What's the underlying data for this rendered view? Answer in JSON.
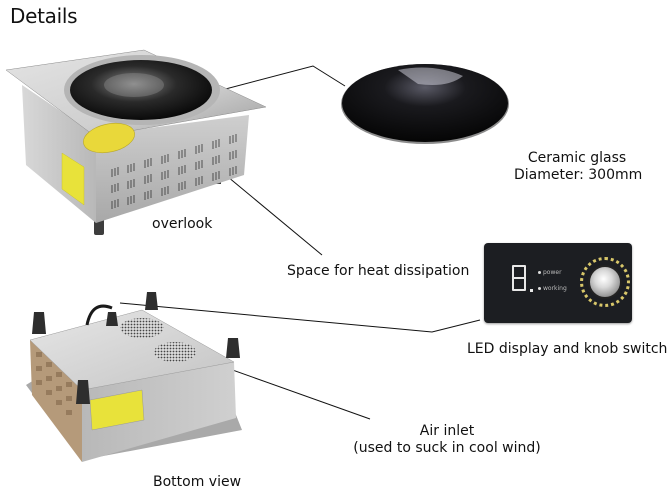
{
  "page": {
    "title": "Details"
  },
  "callouts": {
    "overlook": "overlook",
    "ceramic_glass_line1": "Ceramic glass",
    "ceramic_glass_line2": "Diameter: 300mm",
    "heat_dissipation": "Space for heat dissipation",
    "led_display": "LED display and knob switch",
    "air_inlet_line1": "Air inlet",
    "air_inlet_line2": "(used to suck in cool wind)",
    "bottom_view": "Bottom view"
  },
  "control_panel": {
    "digit": "8",
    "indicators": [
      "power",
      "working"
    ]
  },
  "images": {
    "top_unit": "induction-wok-cooker-overlook-photo",
    "glass_plate": "ceramic-glass-bowl-photo",
    "control_panel": "led-display-knob-photo",
    "bottom_unit": "cooker-bottom-view-photo"
  },
  "colors": {
    "background": "#ffffff",
    "text": "#111111",
    "steel": "#c9c9c9",
    "glass": "#101010",
    "label_yellow": "#e8e23a",
    "panel": "#1c1e22"
  }
}
